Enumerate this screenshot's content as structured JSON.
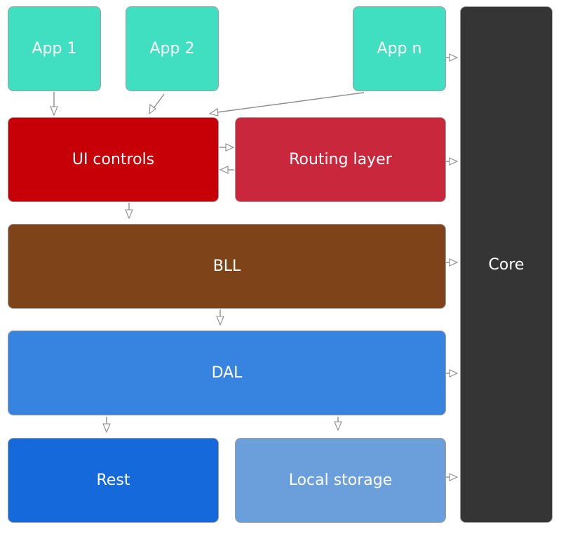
{
  "colors": {
    "app": "#40dfc1",
    "ui_controls": "#c70008",
    "routing": "#c9283c",
    "bll": "#7e4318",
    "dal": "#3784e0",
    "rest": "#1669da",
    "local_storage": "#6a9fdb",
    "core": "#353535",
    "arrow": "#8c8c8c"
  },
  "boxes": {
    "app1": "App 1",
    "app2": "App 2",
    "appn": "App n",
    "ui_controls": "UI controls",
    "routing": "Routing layer",
    "bll": "BLL",
    "dal": "DAL",
    "rest": "Rest",
    "local_storage": "Local storage",
    "core": "Core"
  },
  "connections": [
    {
      "from": "App 1",
      "to": "UI controls"
    },
    {
      "from": "App 2",
      "to": "UI controls"
    },
    {
      "from": "App n",
      "to": "UI controls"
    },
    {
      "from": "App n",
      "to": "Core"
    },
    {
      "from": "UI controls",
      "to": "Routing layer"
    },
    {
      "from": "Routing layer",
      "to": "UI controls"
    },
    {
      "from": "Routing layer",
      "to": "Core"
    },
    {
      "from": "UI controls",
      "to": "BLL"
    },
    {
      "from": "BLL",
      "to": "DAL"
    },
    {
      "from": "BLL",
      "to": "Core"
    },
    {
      "from": "DAL",
      "to": "Rest"
    },
    {
      "from": "DAL",
      "to": "Local storage"
    },
    {
      "from": "DAL",
      "to": "Core"
    },
    {
      "from": "Local storage",
      "to": "Core"
    }
  ]
}
